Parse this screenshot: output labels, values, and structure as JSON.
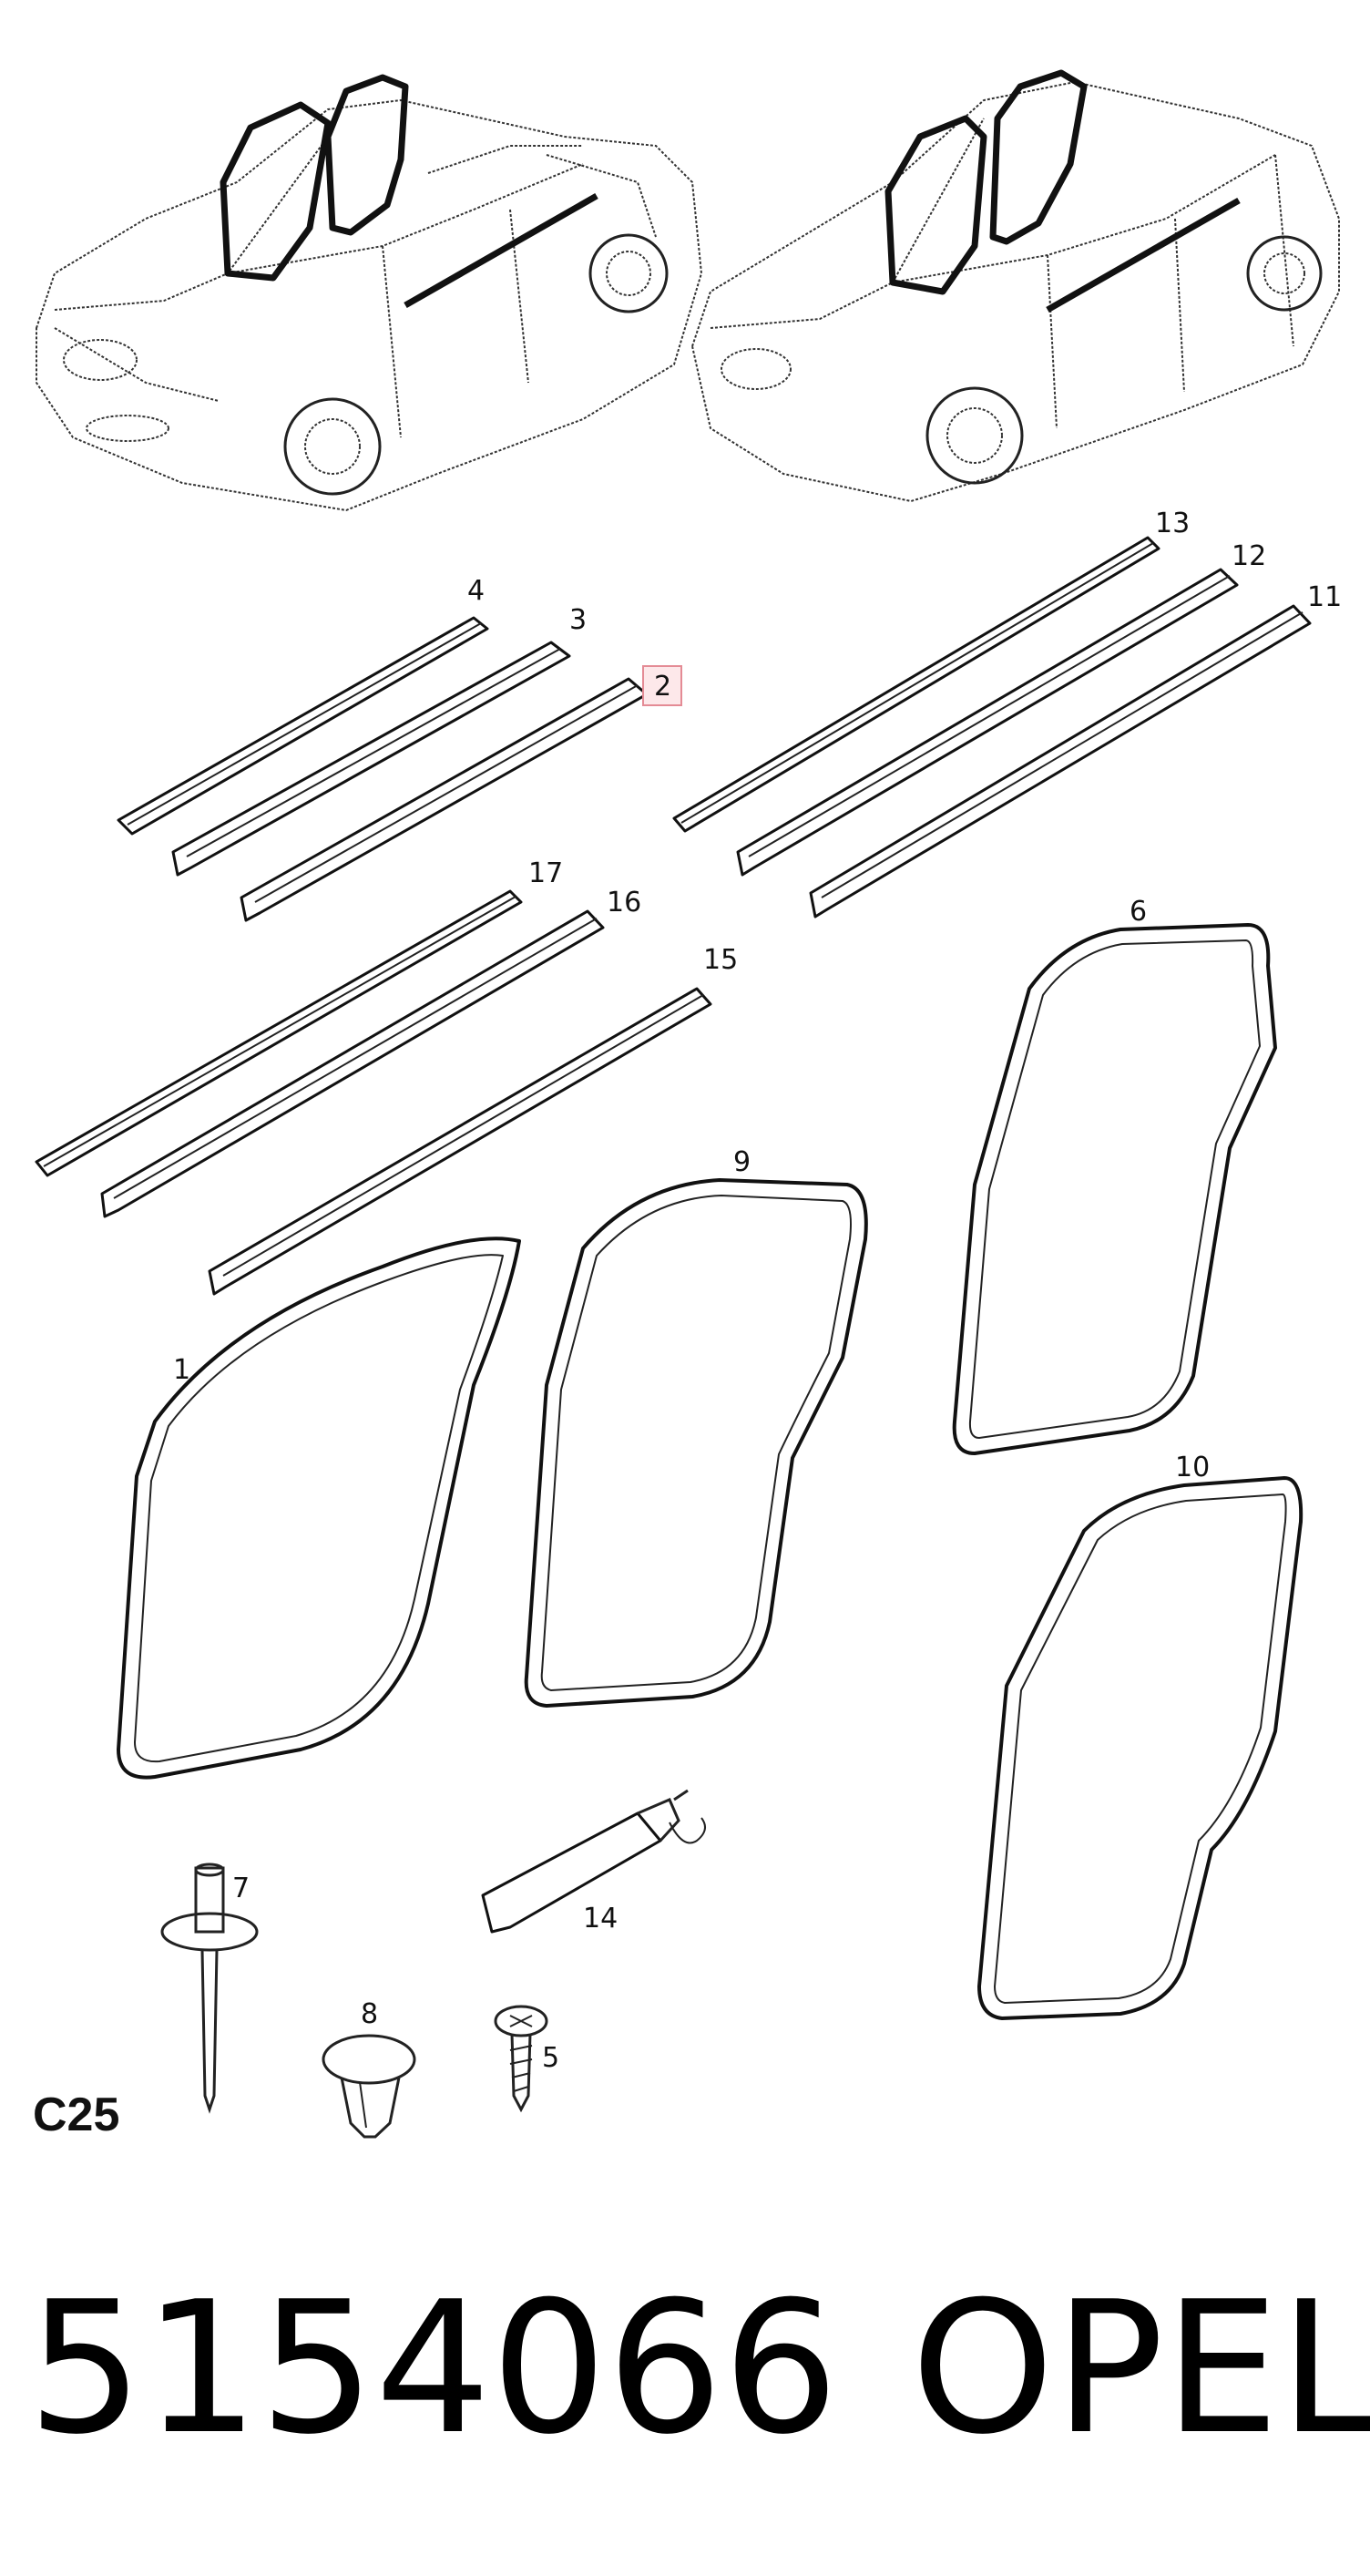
{
  "section_code": "C25",
  "footer": {
    "part_number": "5154066",
    "brand": "OPEL"
  },
  "highlighted_part": "2",
  "labels": {
    "p1": "1",
    "p2": "2",
    "p3": "3",
    "p4": "4",
    "p5": "5",
    "p6": "6",
    "p7": "7",
    "p8": "8",
    "p9": "9",
    "p10": "10",
    "p11": "11",
    "p12": "12",
    "p13": "13",
    "p14": "14",
    "p15": "15",
    "p16": "16",
    "p17": "17"
  },
  "colors": {
    "highlight_fill": "#fde8ea",
    "highlight_stroke": "#e48b95",
    "line": "#111111"
  }
}
